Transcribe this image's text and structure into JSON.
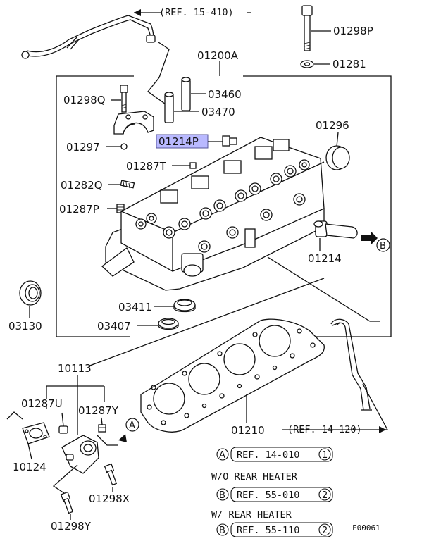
{
  "diagram": {
    "callouts": {
      "ref_top": "(REF. 15-410)",
      "p01200a": "01200A",
      "p01298p": "01298P",
      "p01281": "01281",
      "p01298q": "01298Q",
      "p03460": "03460",
      "p03470": "03470",
      "p01214p": "01214P",
      "p01296": "01296",
      "p01297": "01297",
      "p01287t": "01287T",
      "p01282q": "01282Q",
      "p01287p": "01287P",
      "p01214": "01214",
      "b_marker": "B",
      "p03411": "03411",
      "p03407": "03407",
      "p03130": "03130",
      "p10113": "10113",
      "p01287u": "01287U",
      "p01287y": "01287Y",
      "a_marker": "A",
      "p10124": "10124",
      "p01210": "01210",
      "ref_mid": "(REF. 14-120)",
      "p01298x": "01298X",
      "p01298y": "01298Y"
    },
    "legend": {
      "row1_marker": "A",
      "row1_ref": "REF. 14-010",
      "row1_num": "1",
      "heading_wo": "W/O  REAR  HEATER",
      "row2_marker": "B",
      "row2_ref": "REF. 55-010",
      "row2_num": "2",
      "heading_w": "W/  REAR  HEATER",
      "row3_marker": "B",
      "row3_ref": "REF. 55-110",
      "row3_num": "2"
    },
    "figure_code": "F00061",
    "highlight_color": "#b9b9ff"
  }
}
